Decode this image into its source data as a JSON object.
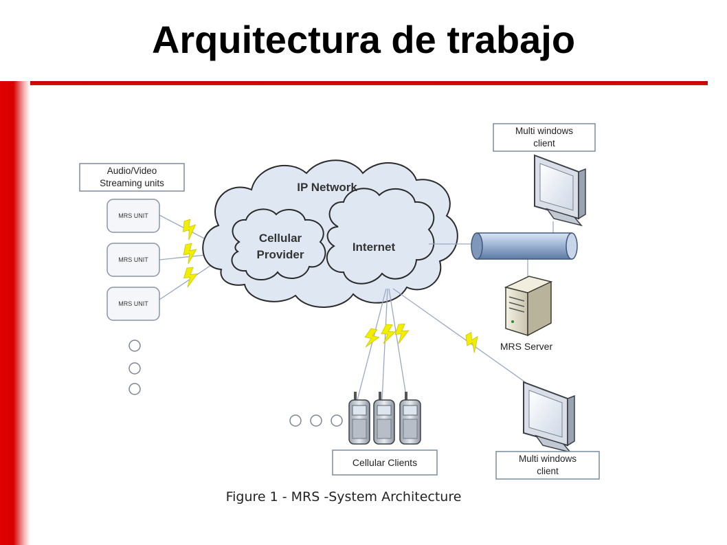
{
  "slide": {
    "title": "Arquitectura de trabajo",
    "accent_color": "#d00000"
  },
  "diagram": {
    "labels": {
      "streaming_units": [
        "Audio/Video",
        "Streaming units"
      ],
      "mrs_unit": "MRS UNIT",
      "ip_network": "IP Network",
      "cellular_provider": [
        "Cellular",
        "Provider"
      ],
      "internet": "Internet",
      "multi_windows_client": [
        "Multi windows",
        "client"
      ],
      "mrs_server": "MRS Server",
      "cellular_clients": "Cellular Clients"
    },
    "caption": "Figure 1 - MRS -System Architecture",
    "colors": {
      "cloud_fill": "#dfe7f3",
      "lightning": "#f2ee00",
      "pipe": "#8fa9cc"
    }
  }
}
